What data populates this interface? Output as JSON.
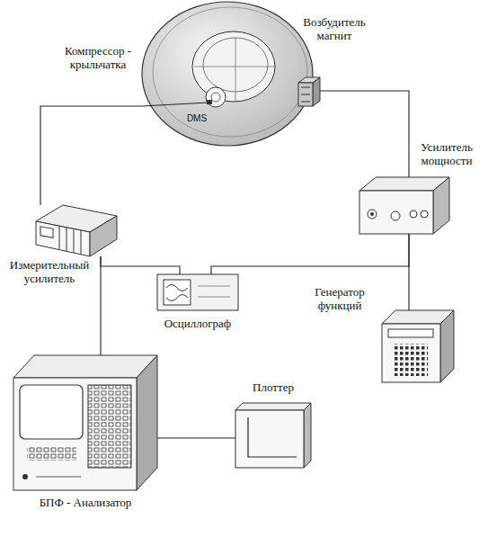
{
  "diagram": {
    "nodes": [
      {
        "text": [
          "Компрессор - крыльчатка",
          "DMS"
        ]
      },
      {
        "text": [
          "Возбудитель магнит"
        ]
      },
      {
        "text": [
          "Усилитель мощности"
        ]
      },
      {
        "text": [
          "Измерительный усилитель"
        ]
      },
      {
        "text": [
          "Осциллограф"
        ]
      },
      {
        "text": [
          "Генератор функций"
        ]
      },
      {
        "text": [
          "БПФ - Анализатор"
        ]
      },
      {
        "text": [
          "Плоттер"
        ]
      }
    ],
    "edges": [
      {
        "from": 0,
        "to": 3,
        "arrow": "none"
      },
      {
        "from": 1,
        "to": 2,
        "arrow": "none"
      },
      {
        "from": 3,
        "to": 4,
        "arrow": "none"
      },
      {
        "from": 3,
        "to": 6,
        "arrow": "none"
      },
      {
        "from": 2,
        "to": 4,
        "arrow": "none"
      },
      {
        "from": 2,
        "to": 5,
        "arrow": "none"
      },
      {
        "from": 6,
        "to": 7,
        "arrow": "none"
      }
    ]
  }
}
